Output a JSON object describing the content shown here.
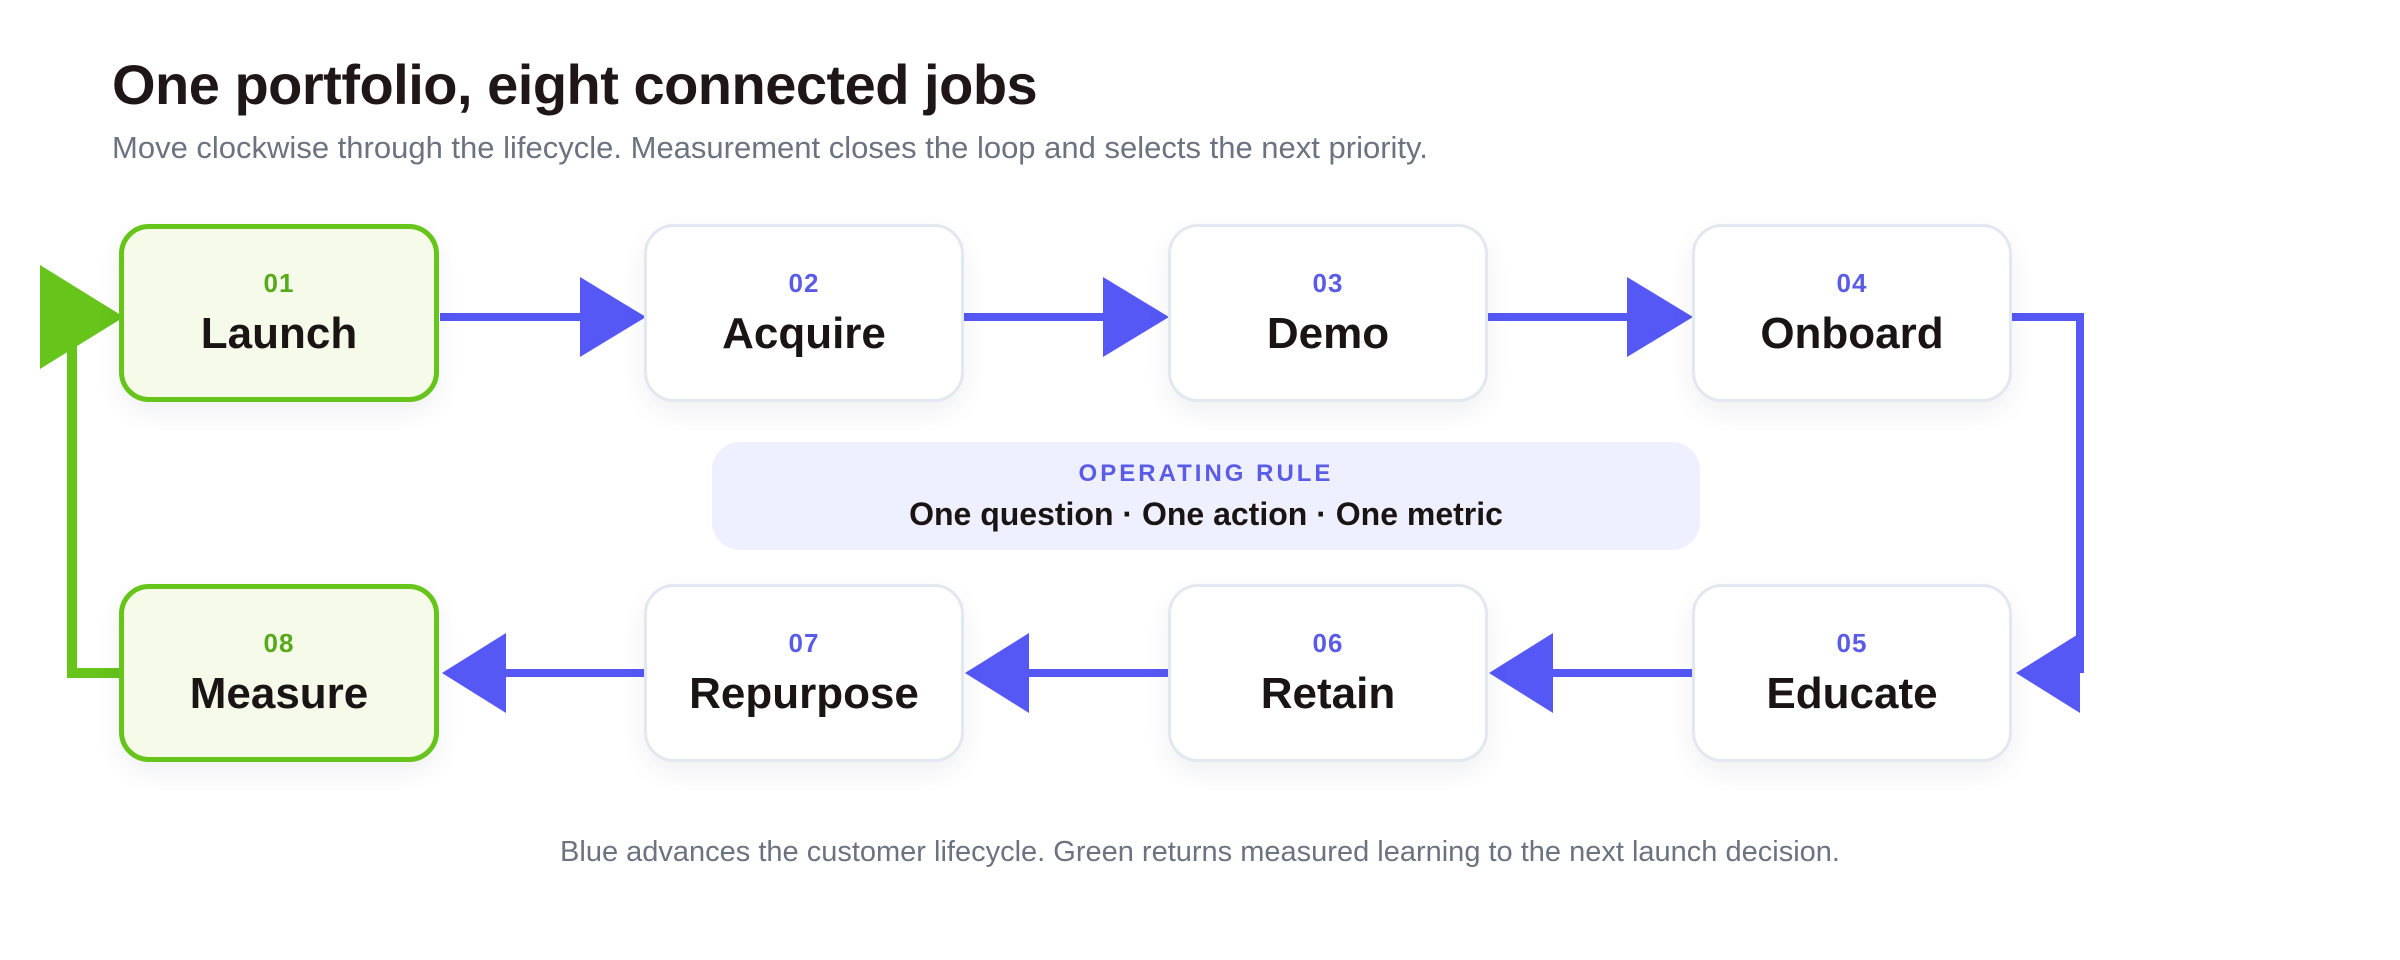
{
  "header": {
    "title": "One portfolio, eight connected jobs",
    "subtitle": "Move clockwise through the lifecycle. Measurement closes the loop and selects the next priority."
  },
  "nodes": [
    {
      "num": "01",
      "label": "Launch",
      "accent": true
    },
    {
      "num": "02",
      "label": "Acquire",
      "accent": false
    },
    {
      "num": "03",
      "label": "Demo",
      "accent": false
    },
    {
      "num": "04",
      "label": "Onboard",
      "accent": false
    },
    {
      "num": "05",
      "label": "Educate",
      "accent": false
    },
    {
      "num": "06",
      "label": "Retain",
      "accent": false
    },
    {
      "num": "07",
      "label": "Repurpose",
      "accent": false
    },
    {
      "num": "08",
      "label": "Measure",
      "accent": true
    }
  ],
  "rule": {
    "kicker": "OPERATING RULE",
    "text": "One question · One action · One metric"
  },
  "caption": "Blue advances the customer lifecycle. Green returns measured learning to the next launch decision.",
  "colors": {
    "advance": "#5558f5",
    "loop": "#66c41a"
  }
}
